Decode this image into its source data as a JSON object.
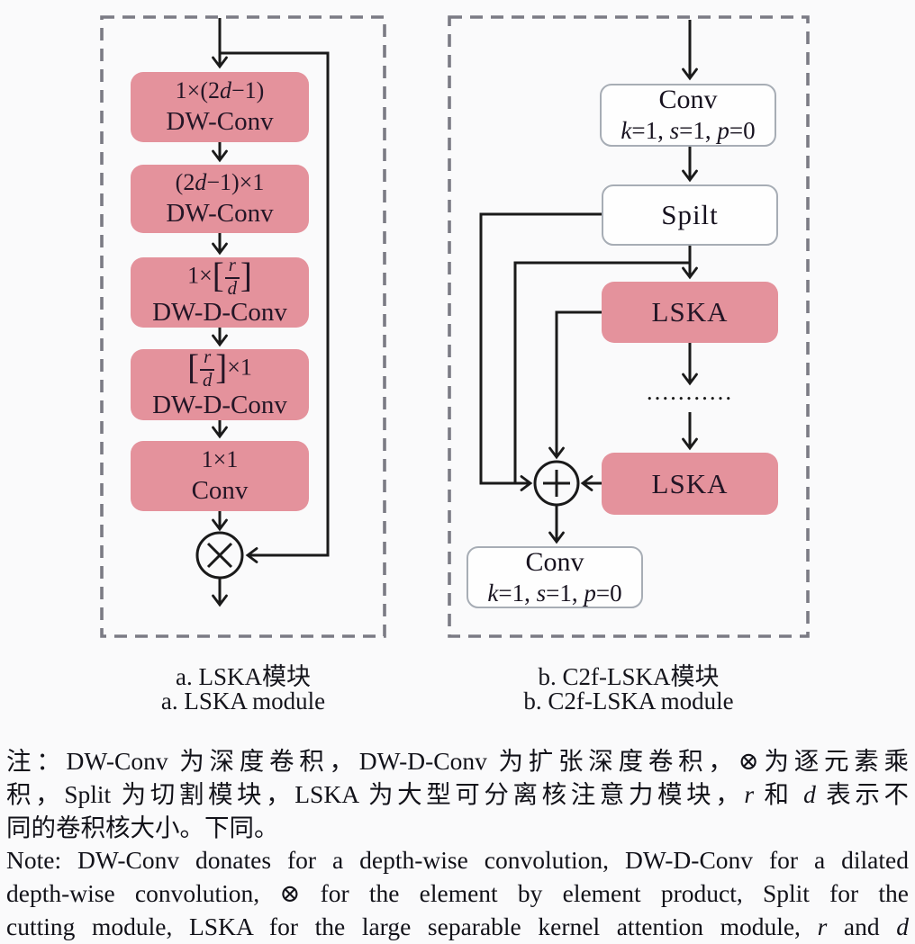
{
  "colors": {
    "block_pink": "#e4929c",
    "line_black": "#1a1a1a",
    "dashed_border_gray": "#7b7b84",
    "white_block_border": "#a7adb5"
  },
  "figure": {
    "panel_a": {
      "caption_zh": "a. LSKA模块",
      "caption_en": "a. LSKA module",
      "blocks": [
        {
          "line1_html": "1×(2<i>d</i>−1)",
          "line2": "DW-Conv"
        },
        {
          "line1_html": "(2<i>d</i>−1)×1",
          "line2": "DW-Conv"
        },
        {
          "line1_html": "1×<span class=\"br\">[</span><span class=\"frac\"><span class=\"fn\"><i>r</i></span><span class=\"fd\"><i>d</i></span></span><span class=\"br\">]</span>",
          "line2": "DW-D-Conv"
        },
        {
          "line1_html": "<span class=\"br\">[</span><span class=\"frac\"><span class=\"fn\"><i>r</i></span><span class=\"fd\"><i>d</i></span></span><span class=\"br\">]</span>×1",
          "line2": "DW-D-Conv"
        },
        {
          "line1_html": "1×1",
          "line2": "Conv"
        }
      ],
      "multiply_symbol": "⊗"
    },
    "panel_b": {
      "caption_zh": "b. C2f-LSKA模块",
      "caption_en": "b. C2f-LSKA module",
      "conv_top": {
        "line1": "Conv",
        "line2_html": "<i>k</i>=1, <i>s</i>=1, <i>p</i>=0"
      },
      "split_label": "Spilt",
      "lska1_label": "LSKA",
      "dots": "...........",
      "lska2_label": "LSKA",
      "add_symbol": "⊕",
      "conv_bottom": {
        "line1": "Conv",
        "line2_html": "<i>k</i>=1, <i>s</i>=1, <i>p</i>=0"
      }
    },
    "note": {
      "lines": [
        {
          "html": "注：DW-Conv 为深度卷积，DW-D-Conv 为扩张深度卷积，⊗为逐元素乘"
        },
        {
          "html": "积，Split 为切割模块，LSKA 为大型可分离核注意力模块，<i>r</i> 和 <i>d</i> 表示不"
        },
        {
          "html": "同的卷积核大小。下同。"
        },
        {
          "html": "Note: DW-Conv donates for a depth-wise convolution, DW-D-Conv for a dilated"
        },
        {
          "html": "depth-wise convolution, ⊗ for the element by element product, Split for the"
        },
        {
          "html": "cutting module, LSKA for the large separable kernel attention module, <i>r</i> and <i>d</i>"
        }
      ]
    }
  }
}
